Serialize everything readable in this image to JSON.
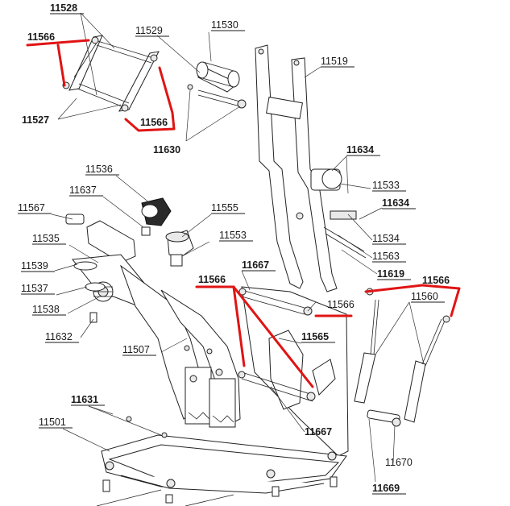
{
  "colors": {
    "line": "#222222",
    "label": "#1a1a1a",
    "highlight": "#e01414"
  },
  "labels": {
    "l11528": "11528",
    "l11566_a": "11566",
    "l11527": "11527",
    "l11566_b": "11566",
    "l11529": "11529",
    "l11530": "11530",
    "l11630": "11630",
    "l11519": "11519",
    "l11634_a": "11634",
    "l11533": "11533",
    "l11634_b": "11634",
    "l11534": "11534",
    "l11563": "11563",
    "l11619": "11619",
    "l11566_c": "11566",
    "l11560": "11560",
    "l11536": "11536",
    "l11637": "11637",
    "l11567": "11567",
    "l11555": "11555",
    "l11535": "11535",
    "l11553": "11553",
    "l11539": "11539",
    "l11537": "11537",
    "l11538": "11538",
    "l11632": "11632",
    "l11507": "11507",
    "l11566_d": "11566",
    "l11667_a": "11667",
    "l11566_e": "11566",
    "l11565": "11565",
    "l11667_b": "11667",
    "l11631": "11631",
    "l11501": "11501",
    "l11670": "11670",
    "l11669": "11669"
  }
}
